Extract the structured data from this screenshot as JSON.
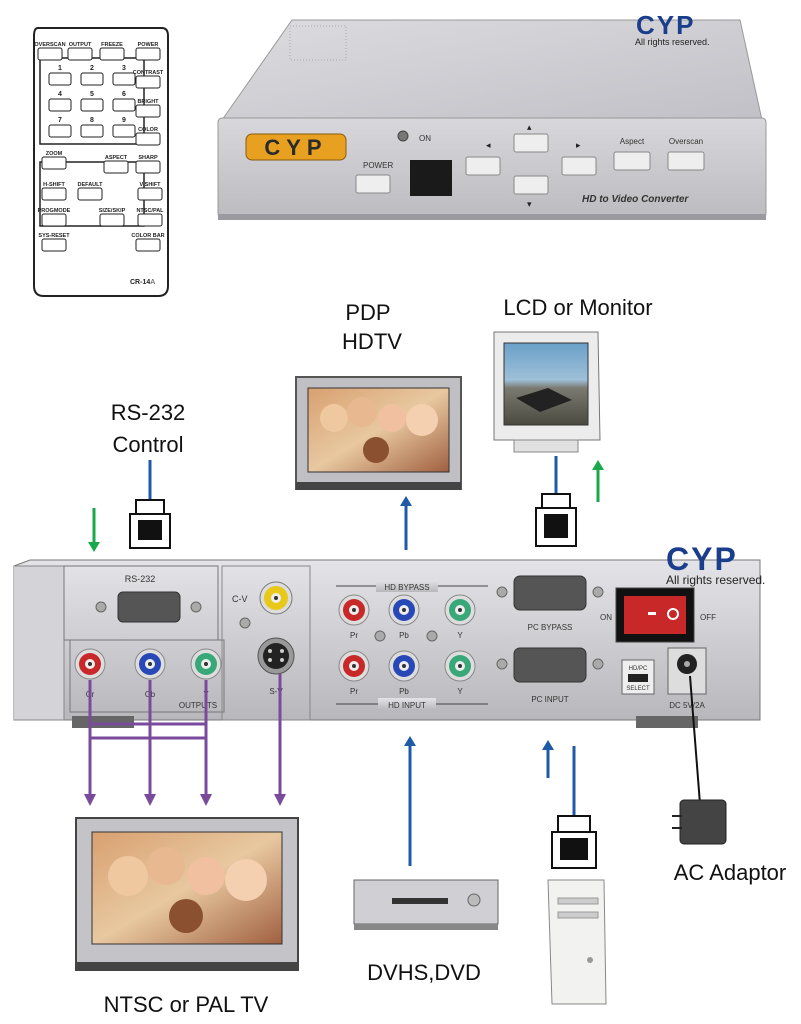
{
  "brand": {
    "logo": "CYP",
    "rights": "All rights reserved."
  },
  "remote": {
    "model": "CR-14",
    "model_suffix": "A",
    "buttons": [
      "OVERSCAN",
      "OUTPUT",
      "FREEZE",
      "POWER",
      "CONTRAST",
      "BRIGHT",
      "COLOR",
      "SHARP",
      "ZOOM",
      "ASPECT",
      "H-SHIFT",
      "DEFAULT",
      "V-SHIFT",
      "PROGMODE",
      "SIZE/SKIP",
      "NTSC/PAL",
      "SYS-RESET",
      "COLOR BAR"
    ],
    "digits": [
      "1",
      "2",
      "3",
      "4",
      "5",
      "6",
      "7",
      "8",
      "9"
    ]
  },
  "converter": {
    "power_label": "POWER",
    "on_label": "ON",
    "aspect_label": "Aspect",
    "overscan_label": "Overscan",
    "model_text": "HD to Video Converter"
  },
  "rear_panel": {
    "rs232": "RS-232",
    "cv": "C-V",
    "sv": "S-V",
    "outputs": "OUTPUTS",
    "out_cr": "Cr",
    "out_cb": "Cb",
    "out_y": "Y",
    "hd_bypass": "HD BYPASS",
    "hd_input": "HD INPUT",
    "pr": "Pr",
    "pb": "Pb",
    "y": "Y",
    "pc_bypass": "PC BYPASS",
    "pc_input": "PC INPUT",
    "on": "ON",
    "off": "OFF",
    "hdpc": "HD/PC",
    "select": "SELECT",
    "dc": "DC 5V/2A"
  },
  "labels": {
    "pdp_line1": "PDP",
    "pdp_line2": "HDTV",
    "lcd": "LCD or Monitor",
    "rs232_line1": "RS-232",
    "rs232_line2": "Control",
    "ntsc": "NTSC or PAL TV",
    "dvhs": "DVHS,DVD",
    "ac": "AC Adaptor"
  },
  "colors": {
    "arrow_blue": "#1e5aa8",
    "arrow_green": "#1aa84a",
    "arrow_purple": "#7a4a9c",
    "chassis": "#c8c8cc",
    "logo_blue": "#1a3e8c",
    "logo_red": "#d4202a",
    "logo_gold": "#e8a020",
    "rca_red": "#c82828",
    "rca_blue": "#2848b8",
    "rca_green": "#38a878",
    "rca_yellow": "#e8c818"
  }
}
